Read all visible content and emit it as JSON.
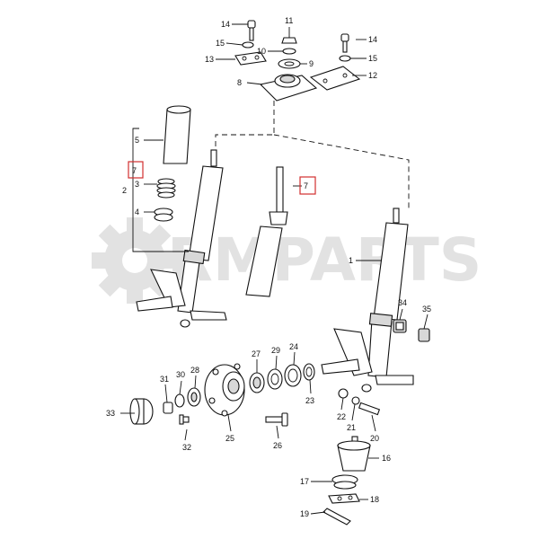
{
  "watermark": {
    "text": "RMPARTS",
    "icon": "gear-icon"
  },
  "labels": {
    "l1": "1",
    "l2": "2",
    "l3": "3",
    "l4": "4",
    "l5": "5",
    "l7a": "7",
    "l7b": "7",
    "l8": "8",
    "l9": "9",
    "l10": "10",
    "l11": "11",
    "l12": "12",
    "l13": "13",
    "l14a": "14",
    "l14b": "14",
    "l15a": "15",
    "l15b": "15",
    "l16": "16",
    "l17": "17",
    "l18": "18",
    "l19": "19",
    "l20": "20",
    "l21": "21",
    "l22": "22",
    "l23": "23",
    "l24": "24",
    "l25": "25",
    "l26": "26",
    "l27": "27",
    "l28": "28",
    "l29": "29",
    "l30": "30",
    "l31": "31",
    "l32": "32",
    "l33": "33",
    "l34": "34",
    "l35": "35"
  },
  "colors": {
    "highlight": "#d32f2f",
    "watermark": "#e2e2e2",
    "line": "#111111"
  }
}
